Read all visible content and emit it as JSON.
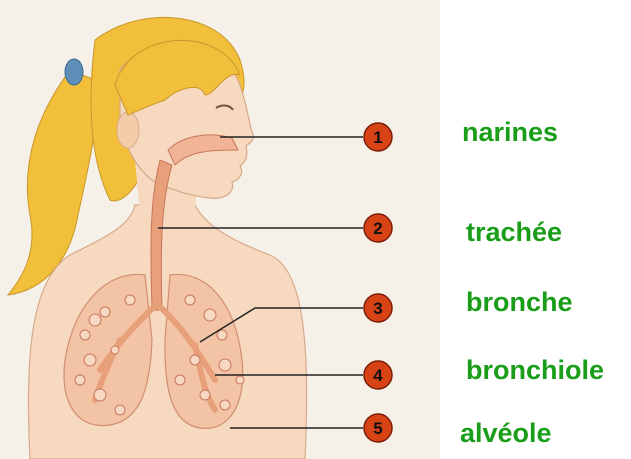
{
  "colors": {
    "label_green": "#1a9e1a",
    "badge_red": "#d84315",
    "skin": "#f6d9bf",
    "hair": "#f1bf3a",
    "lung": "#f2c4a5",
    "airway": "#e8a07a",
    "background": "#f6f1e8"
  },
  "markers": [
    {
      "number": "1",
      "label": "narines"
    },
    {
      "number": "2",
      "label": "trachée"
    },
    {
      "number": "3",
      "label": "bronche"
    },
    {
      "number": "4",
      "label": "bronchiole"
    },
    {
      "number": "5",
      "label": "alvéole"
    }
  ]
}
